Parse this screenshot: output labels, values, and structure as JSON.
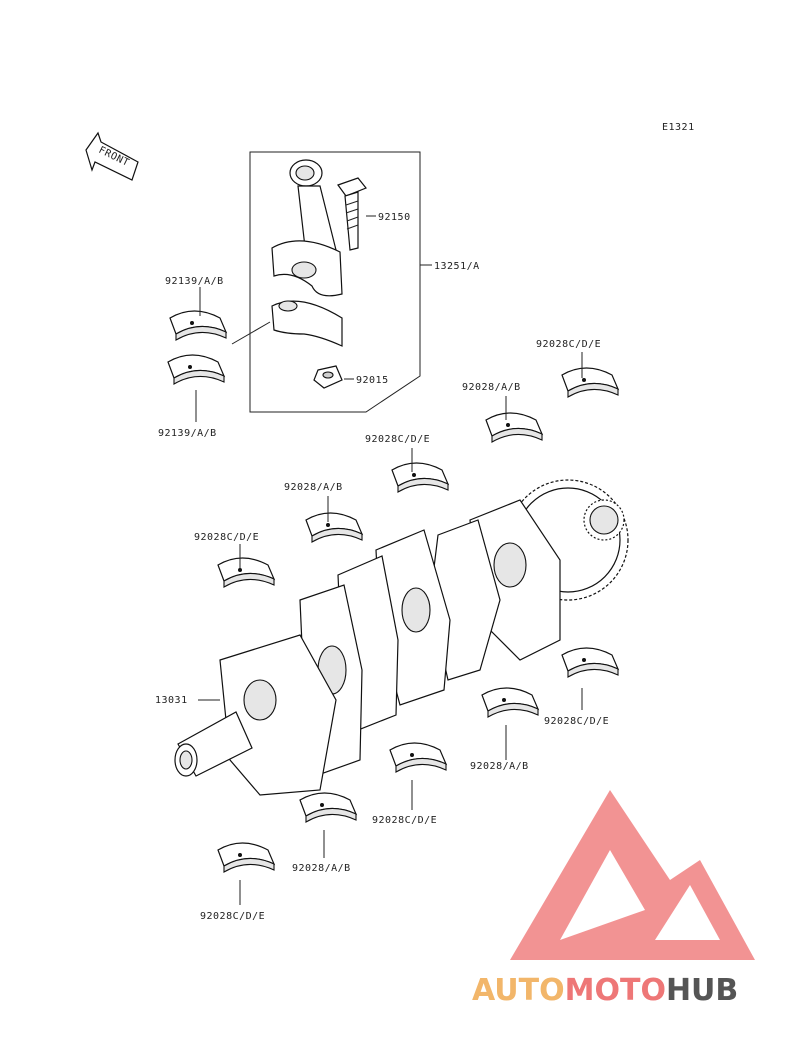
{
  "diagram": {
    "ref_code": "E1321",
    "front_label": "FRONT",
    "callouts": [
      {
        "id": "c1",
        "text": "92150"
      },
      {
        "id": "c2",
        "text": "13251/A"
      },
      {
        "id": "c3",
        "text": "92139/A/B"
      },
      {
        "id": "c4",
        "text": "92139/A/B"
      },
      {
        "id": "c5",
        "text": "92015"
      },
      {
        "id": "c6",
        "text": "92028C/D/E"
      },
      {
        "id": "c7",
        "text": "92028/A/B"
      },
      {
        "id": "c8",
        "text": "92028C/D/E"
      },
      {
        "id": "c9",
        "text": "92028/A/B"
      },
      {
        "id": "c10",
        "text": "92028C/D/E"
      },
      {
        "id": "c11",
        "text": "13031"
      },
      {
        "id": "c12",
        "text": "92028C/D/E"
      },
      {
        "id": "c13",
        "text": "92028/A/B"
      },
      {
        "id": "c14",
        "text": "92028C/D/E"
      },
      {
        "id": "c15",
        "text": "92028/A/B"
      },
      {
        "id": "c16",
        "text": "92028C/D/E"
      }
    ]
  },
  "watermark": {
    "brand_parts": [
      "AUTO",
      "MOTO",
      "HUB"
    ],
    "colors": {
      "auto": "#f2b66a",
      "moto": "#ee7777",
      "hub": "#555555",
      "logo": "#f08080"
    }
  }
}
